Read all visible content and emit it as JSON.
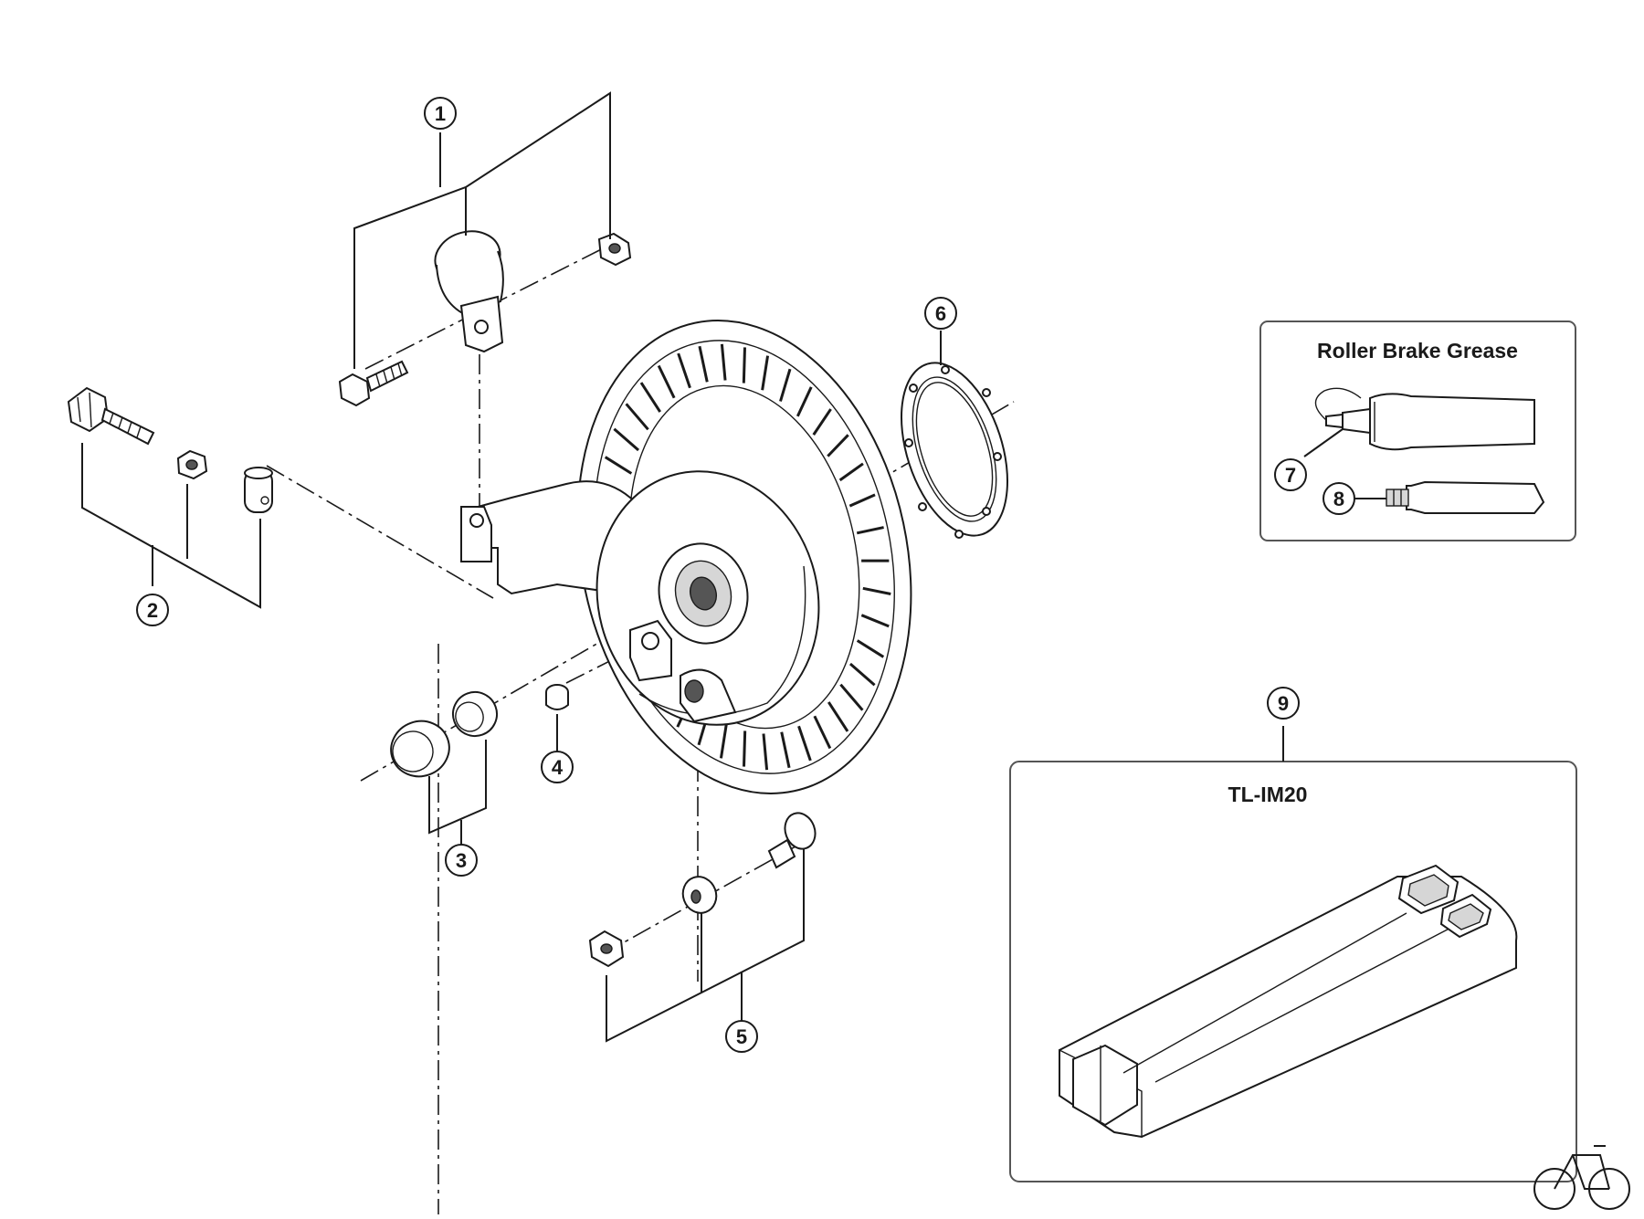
{
  "callouts": [
    {
      "id": "1",
      "label": "1"
    },
    {
      "id": "2",
      "label": "2"
    },
    {
      "id": "3",
      "label": "3"
    },
    {
      "id": "4",
      "label": "4"
    },
    {
      "id": "5",
      "label": "5"
    },
    {
      "id": "6",
      "label": "6"
    },
    {
      "id": "7",
      "label": "7"
    },
    {
      "id": "8",
      "label": "8"
    },
    {
      "id": "9",
      "label": "9"
    }
  ],
  "grease_box": {
    "title": "Roller Brake Grease"
  },
  "tool_box": {
    "title": "TL-IM20"
  },
  "logo": {
    "icon": "bicycle-icon"
  }
}
